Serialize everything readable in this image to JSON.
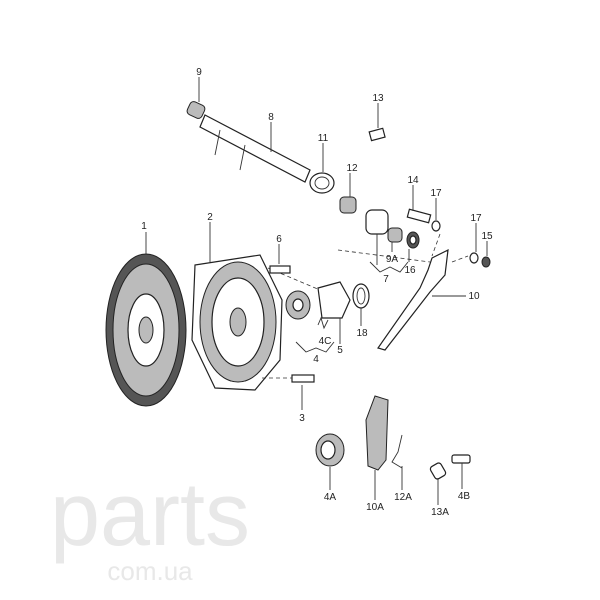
{
  "watermark": {
    "main": "parts",
    "sub": "com.ua"
  },
  "labels": {
    "l9": "9",
    "l8": "8",
    "l13": "13",
    "l11": "11",
    "l12": "12",
    "l14": "14",
    "l17a": "17",
    "l17b": "17",
    "l15": "15",
    "l1": "1",
    "l2": "2",
    "l6": "6",
    "l9A": "9A",
    "l16": "16",
    "l7": "7",
    "l10": "10",
    "l18": "18",
    "l4C": "4C",
    "l5": "5",
    "l4": "4",
    "l3": "3",
    "l4A": "4A",
    "l10A": "10A",
    "l12A": "12A",
    "l13A": "13A",
    "l4B": "4B"
  }
}
